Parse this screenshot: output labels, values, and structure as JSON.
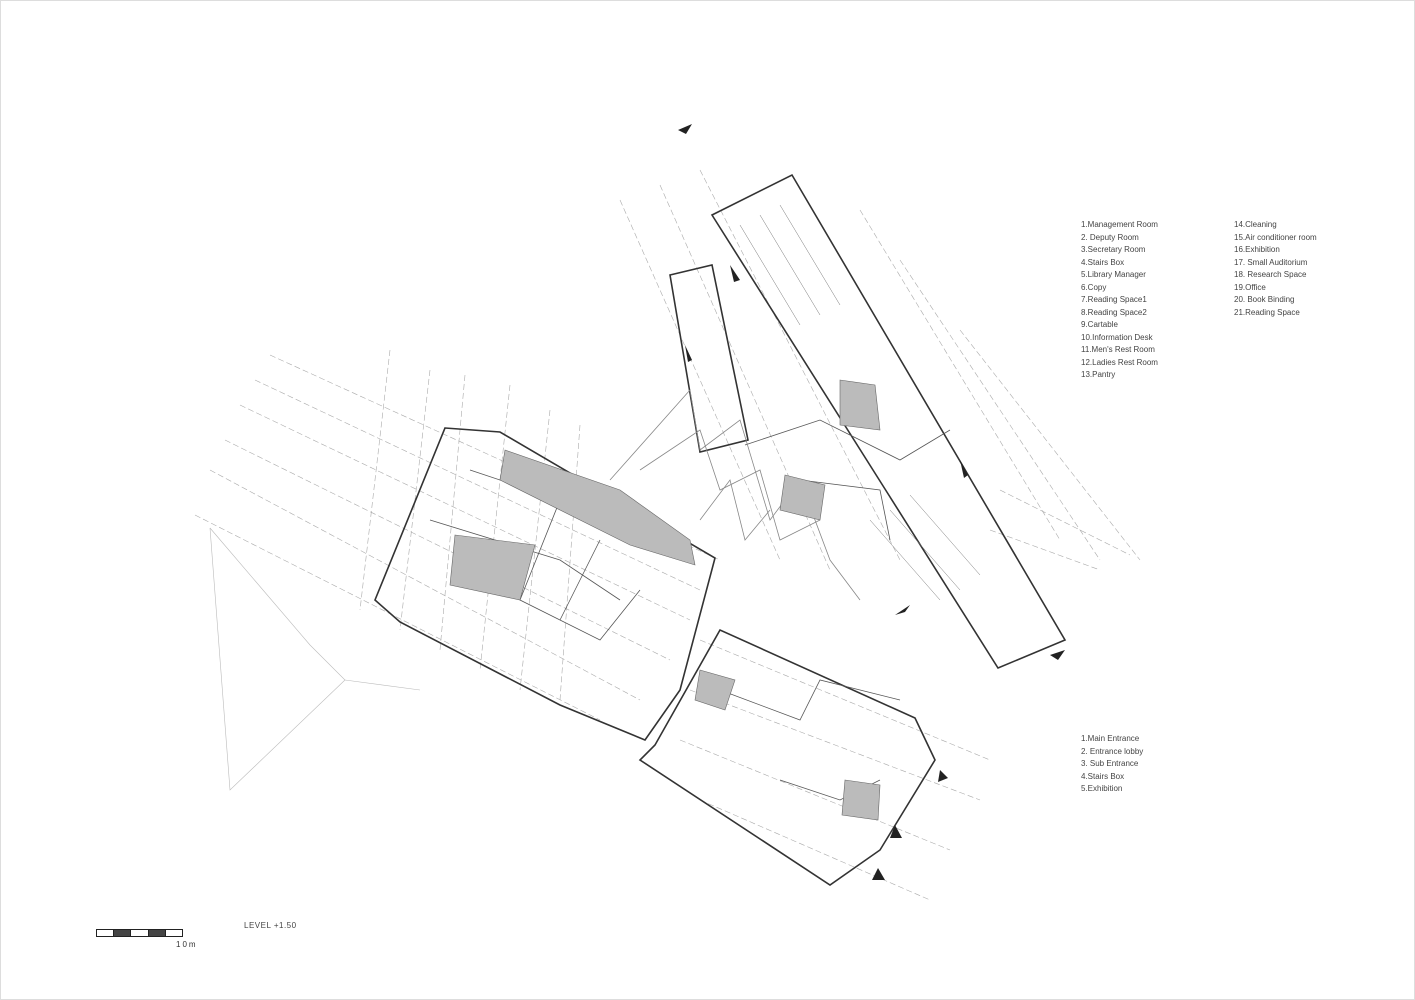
{
  "legend_upper_col1": [
    "1.Management Room",
    "2. Deputy Room",
    "3.Secretary Room",
    "4.Stairs Box",
    "5.Library Manager",
    "6.Copy",
    "7.Reading Space1",
    "8.Reading Space2",
    "9.Cartable",
    "10.Information Desk",
    "11.Men's Rest Room",
    "12.Ladies Rest Room",
    "13.Pantry"
  ],
  "legend_upper_col2": [
    "14.Cleaning",
    "15.Air conditioner room",
    "16.Exhibition",
    "17. Small Auditorium",
    "18. Research Space",
    "19.Office",
    "20. Book Binding",
    "21.Reading Space"
  ],
  "legend_lower": [
    "1.Main Entrance",
    "2. Entrance lobby",
    "3. Sub Entrance",
    "4.Stairs Box",
    "5.Exhibition"
  ],
  "scale_bar": {
    "label": "10m"
  },
  "level_label": "LEVEL +1.50",
  "colors": {
    "line": "#333333",
    "grid": "#9a9a9a",
    "hatch": "#8c8c8c"
  }
}
